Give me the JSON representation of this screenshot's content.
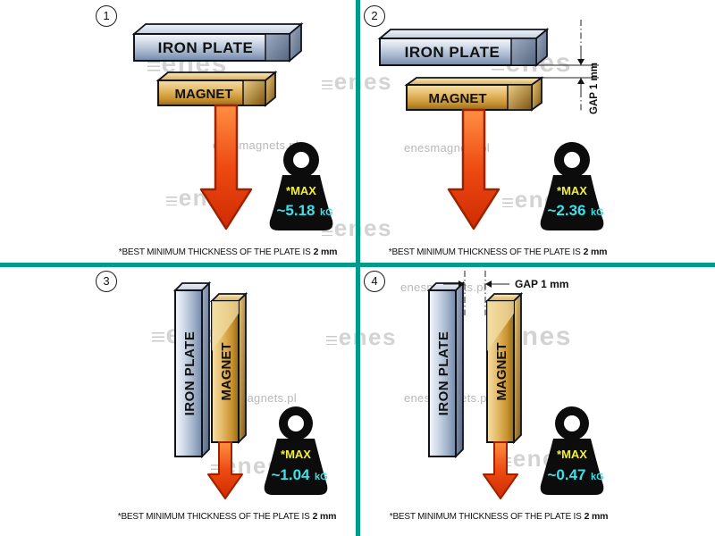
{
  "colors": {
    "divider_teal": "#009b8a",
    "arrow_red": "#e8380d",
    "weight_max_yellow": "#f3ef39",
    "weight_value_cyan": "#3ce1e8",
    "plate_steel": "#9fb0c8",
    "magnet_gold": "#c8922f"
  },
  "watermark": {
    "site": "enesmagnets.pl",
    "logo": "enes"
  },
  "caption": {
    "prefix": "*BEST MINIMUM THICKNESS OF THE PLATE IS",
    "bold": "2 mm"
  },
  "panels": [
    {
      "number": "1",
      "plate": "IRON PLATE",
      "magnet": "MAGNET",
      "max": "*MAX",
      "value": "~5.18",
      "unit": "kG"
    },
    {
      "number": "2",
      "plate": "IRON PLATE",
      "magnet": "MAGNET",
      "max": "*MAX",
      "value": "~2.36",
      "unit": "kG",
      "gap": "GAP  1 mm"
    },
    {
      "number": "3",
      "plate": "IRON PLATE",
      "magnet": "MAGNET",
      "max": "*MAX",
      "value": "~1.04",
      "unit": "kG"
    },
    {
      "number": "4",
      "plate": "IRON PLATE",
      "magnet": "MAGNET",
      "max": "*MAX",
      "value": "~0.47",
      "unit": "kG",
      "gap": "GAP  1 mm"
    }
  ]
}
